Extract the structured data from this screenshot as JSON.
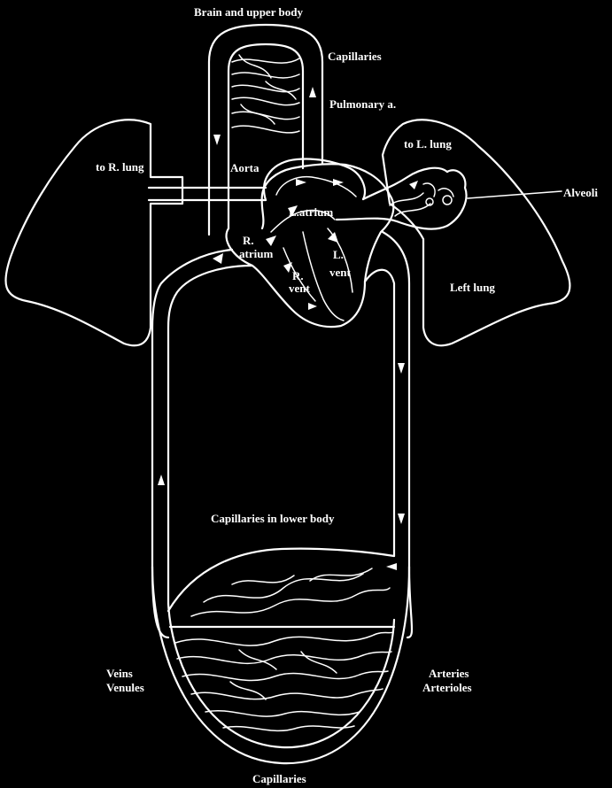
{
  "labels": {
    "brain": "Brain and upper body",
    "capillaries_top": "Capillaries",
    "pulmonary": "Pulmonary a.",
    "to_r_lung": "to R. lung",
    "to_l_lung": "to L. lung",
    "aorta": "Aorta",
    "alveoli": "Alveoli",
    "l_atrium": "L.atrium",
    "r_atrium_1": "R.",
    "r_atrium_2": "atrium",
    "l_vent_1": "L.",
    "l_vent_2": "vent",
    "r_vent_1": "R.",
    "r_vent_2": "vent",
    "left_lung": "Left lung",
    "capillaries_lower": "Capillaries in lower body",
    "veins": "Veins",
    "venules": "Venules",
    "arteries": "Arteries",
    "arterioles": "Arterioles",
    "capillaries_bottom": "Capillaries"
  },
  "colors": {
    "background": "#000000",
    "line": "#ffffff"
  }
}
